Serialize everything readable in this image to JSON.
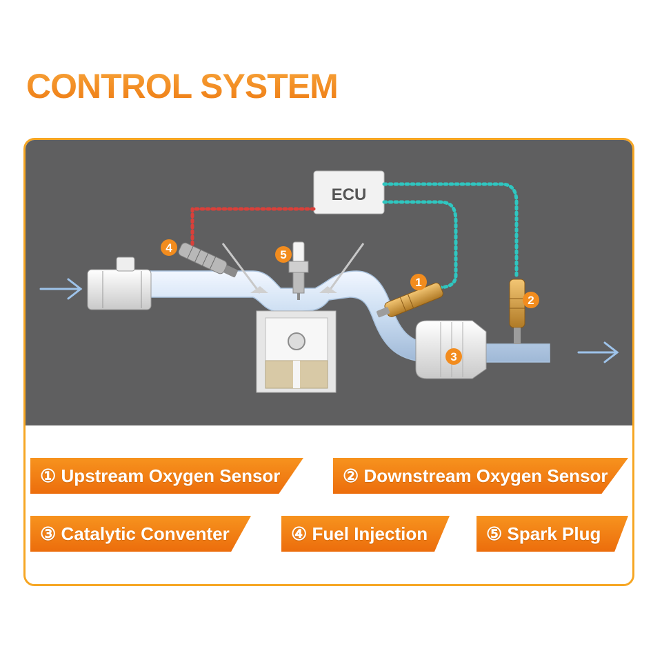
{
  "page": {
    "title": "CONTROL SYSTEM"
  },
  "diagram": {
    "ecu_label": "ECU",
    "markers": [
      "1",
      "2",
      "3",
      "4",
      "5"
    ]
  },
  "legend": [
    {
      "label": "① Upstream Oxygen Sensor"
    },
    {
      "label": "② Downstream Oxygen Sensor"
    },
    {
      "label": "③ Catalytic Conventer"
    },
    {
      "label": "④ Fuel Injection"
    },
    {
      "label": "⑤ Spark Plug"
    }
  ],
  "colors": {
    "accent_orange": "#f18a1f",
    "frame_border": "#f6a623",
    "diagram_bg": "#5f5f60",
    "signal_red": "#d9403a",
    "signal_teal": "#2fc6c0",
    "pipe_blue": "#dbe8f7"
  }
}
